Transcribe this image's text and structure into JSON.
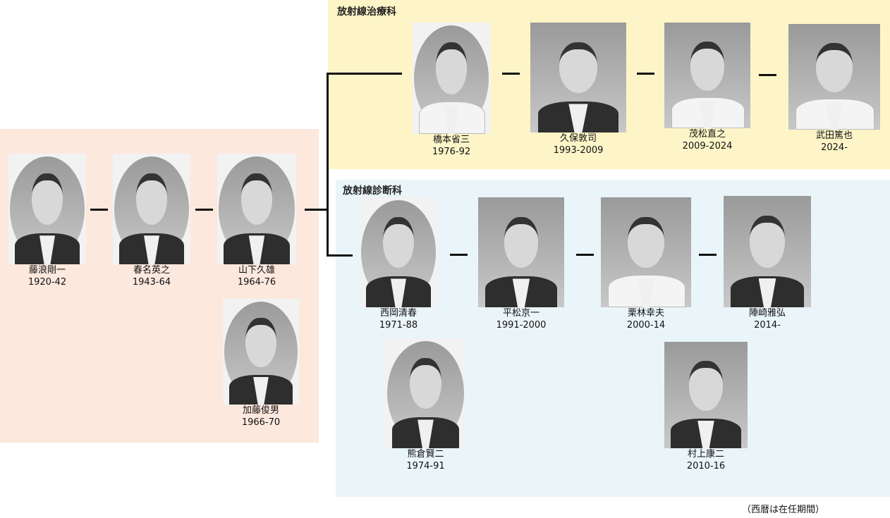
{
  "sections": {
    "therapy": "放射線治療科",
    "diagnosis": "放射線診断科"
  },
  "people": {
    "fujinami": {
      "name": "藤浪剛一",
      "years": "1920-42"
    },
    "haruna": {
      "name": "春名英之",
      "years": "1943-64"
    },
    "yamashita": {
      "name": "山下久雄",
      "years": "1964-76"
    },
    "kato": {
      "name": "加藤俊男",
      "years": "1966-70"
    },
    "hashimoto": {
      "name": "橋本省三",
      "years": "1976-92"
    },
    "kubo": {
      "name": "久保敦司",
      "years": "1993-2009"
    },
    "shigematsu": {
      "name": "茂松直之",
      "years": "2009-2024"
    },
    "takeda": {
      "name": "武田篤也",
      "years": "2024-"
    },
    "nishioka": {
      "name": "西岡清春",
      "years": "1971-88"
    },
    "hiramatsu": {
      "name": "平松京一",
      "years": "1991-2000"
    },
    "kuribayashi": {
      "name": "栗林幸夫",
      "years": "2000-14"
    },
    "jinzaki": {
      "name": "陣崎雅弘",
      "years": "2014-"
    },
    "kumakura": {
      "name": "熊倉賢二",
      "years": "1974-91"
    },
    "murakami": {
      "name": "村上康二",
      "years": "2010-16"
    }
  },
  "footnote": "（西暦は在任期間）"
}
